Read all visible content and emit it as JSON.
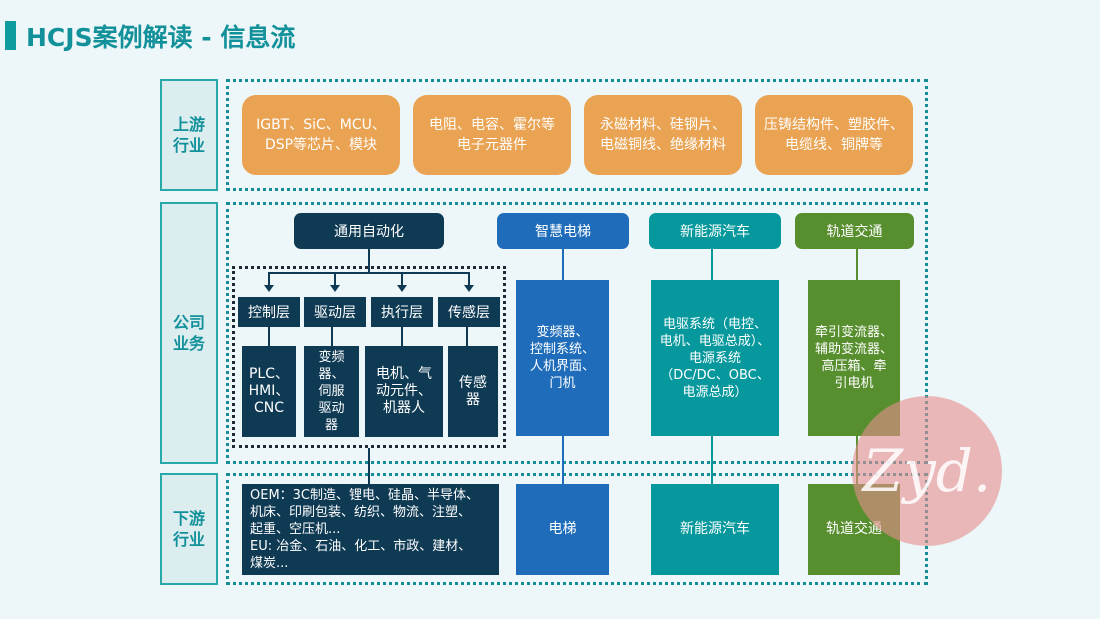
{
  "page": {
    "title": "HCJS案例解读 - 信息流"
  },
  "rows": {
    "upstream_label": "上游\n行业",
    "company_label": "公司\n业务",
    "downstream_label": "下游\n行业"
  },
  "upstream": {
    "items": [
      "IGBT、SiC、MCU、\nDSP等芯片、模块",
      "电阻、电容、霍尔等\n电子元器件",
      "永磁材料、硅钢片、\n电磁铜线、绝缘材料",
      "压铸结构件、塑胶件、\n电缆线、铜牌等"
    ]
  },
  "company": {
    "general_automation": {
      "header": "通用自动化",
      "layers": [
        "控制层",
        "驱动层",
        "执行层",
        "传感层"
      ],
      "layer_products": [
        "PLC、\nHMI、\nCNC",
        "变频\n器、\n伺服\n驱动\n器",
        "电机、气\n动元件、\n机器人",
        "传感\n器"
      ]
    },
    "smart_elevator": {
      "header": "智慧电梯",
      "products": "变频器、\n控制系统、\n人机界面、\n门机"
    },
    "new_energy_vehicle": {
      "header": "新能源汽车",
      "products": "电驱系统（电控、\n电机、电驱总成）、\n电源系统\n（DC/DC、OBC、\n电源总成）"
    },
    "rail_transit": {
      "header": "轨道交通",
      "products": "牵引变流器、\n辅助变流器、\n高压箱、牵\n引电机"
    }
  },
  "downstream": {
    "general": "OEM：3C制造、锂电、硅晶、半导体、\n机床、印刷包装、纺织、物流、注塑、\n起重、空压机...\nEU: 冶金、石油、化工、市政、建材、\n煤炭...",
    "elevator": "电梯",
    "nev": "新能源汽车",
    "rail": "轨道交通"
  },
  "watermark": {
    "text": "Zyd."
  },
  "colors": {
    "title": "#13919a",
    "orange": "#e9a352",
    "navy": "#0f3a54",
    "blue": "#1f6dba",
    "teal": "#06989c",
    "green": "#578e2e"
  }
}
